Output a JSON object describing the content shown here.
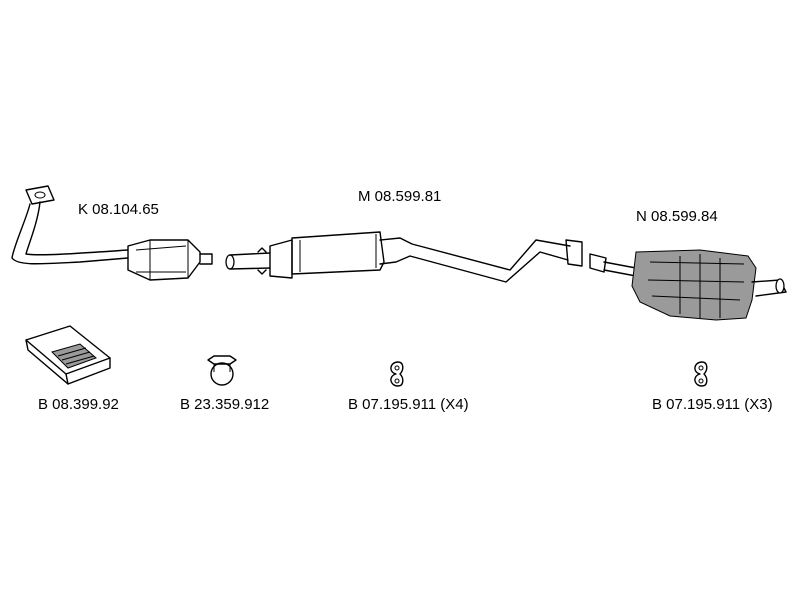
{
  "parts": {
    "front_pipe": {
      "label": "K 08.104.65"
    },
    "middle_silencer": {
      "label": "M 08.599.81"
    },
    "rear_silencer": {
      "label": "N 08.599.84"
    },
    "mounting_kit": {
      "label": "B 08.399.92"
    },
    "clamp": {
      "label": "B 23.359.912"
    },
    "rubber_mount_a": {
      "label": "B 07.195.911 (X4)"
    },
    "rubber_mount_b": {
      "label": "B 07.195.911 (X3)"
    }
  },
  "colors": {
    "line": "#000000",
    "background": "#ffffff",
    "shade": "#9a9a9a"
  }
}
